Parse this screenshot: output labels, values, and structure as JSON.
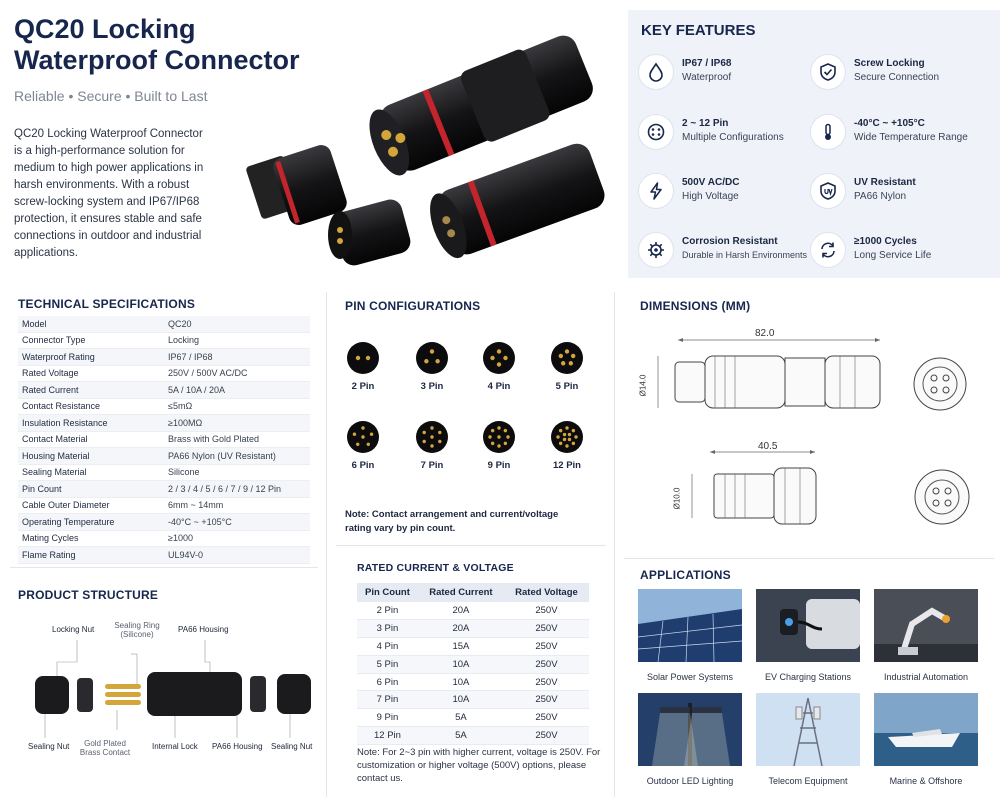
{
  "header": {
    "title_line1": "QC20 Locking",
    "title_line2": "Waterproof Connector",
    "tagline": "Reliable • Secure • Built to Last",
    "intro": "QC20 Locking Waterproof Connector is a high-performance solution for medium to high power applications in harsh environments. With a robust screw-locking system and IP67/IP68 protection, it ensures stable and safe connections in outdoor and industrial applications."
  },
  "key_features": {
    "title": "KEY FEATURES",
    "items": [
      {
        "icon": "water-drop-icon",
        "title": "IP67 / IP68",
        "sub": "Waterproof"
      },
      {
        "icon": "shield-check-icon",
        "title": "Screw Locking",
        "sub": "Secure Connection"
      },
      {
        "icon": "pin-face-icon",
        "title": "2 ~ 12 Pin",
        "sub": "Multiple Configurations"
      },
      {
        "icon": "thermometer-icon",
        "title": "-40°C ~ +105°C",
        "sub": "Wide Temperature Range"
      },
      {
        "icon": "lightning-icon",
        "title": "500V AC/DC",
        "sub": "High Voltage"
      },
      {
        "icon": "uv-shield-icon",
        "title": "UV Resistant",
        "sub": "PA66 Nylon"
      },
      {
        "icon": "corrosion-gear-icon",
        "title": "Corrosion Resistant",
        "sub": "Durable in Harsh Environments"
      },
      {
        "icon": "cycle-arrows-icon",
        "title": "≥1000 Cycles",
        "sub": "Long Service Life"
      }
    ]
  },
  "technical_specifications": {
    "title": "TECHNICAL SPECIFICATIONS",
    "rows": [
      {
        "k": "Model",
        "v": "QC20"
      },
      {
        "k": "Connector Type",
        "v": "Locking"
      },
      {
        "k": "Waterproof Rating",
        "v": "IP67 / IP68"
      },
      {
        "k": "Rated Voltage",
        "v": "250V / 500V AC/DC"
      },
      {
        "k": "Rated Current",
        "v": "5A / 10A / 20A"
      },
      {
        "k": "Contact Resistance",
        "v": "≤5mΩ"
      },
      {
        "k": "Insulation Resistance",
        "v": "≥100MΩ"
      },
      {
        "k": "Contact Material",
        "v": "Brass with Gold Plated"
      },
      {
        "k": "Housing Material",
        "v": "PA66 Nylon (UV Resistant)"
      },
      {
        "k": "Sealing Material",
        "v": "Silicone"
      },
      {
        "k": "Pin Count",
        "v": "2 / 3 / 4 / 5 / 6 / 7 / 9 / 12 Pin"
      },
      {
        "k": "Cable Outer Diameter",
        "v": "6mm ~ 14mm"
      },
      {
        "k": "Operating Temperature",
        "v": "-40°C ~ +105°C"
      },
      {
        "k": "Mating Cycles",
        "v": "≥1000"
      },
      {
        "k": "Flame Rating",
        "v": "UL94V-0"
      }
    ]
  },
  "pin_configurations": {
    "title": "PIN CONFIGURATIONS",
    "pins": [
      "2 Pin",
      "3 Pin",
      "4 Pin",
      "5 Pin",
      "6 Pin",
      "7 Pin",
      "9 Pin",
      "12 Pin"
    ],
    "note": "Note: Contact arrangement and current/voltage rating vary by pin count."
  },
  "dimensions": {
    "title": "DIMENSIONS (MM)",
    "length_1": "82.0",
    "length_2": "40.5",
    "dia_1": "Ø14.0",
    "dia_2": "Ø10.0"
  },
  "product_structure": {
    "title": "PRODUCT STRUCTURE",
    "top_labels": {
      "locking_nut": "Locking Nut",
      "sealing_ring": "Sealing Ring",
      "sealing_ring_sub": "(Silicone)",
      "housing": "PA66 Housing"
    },
    "bottom_labels": {
      "sealing_nut": "Sealing Nut",
      "gold_1": "Gold Plated",
      "gold_2": "Brass Contact",
      "internal_lock": "Internal Lock",
      "pa66_housing": "PA66 Housing",
      "sealing_nut_2": "Sealing Nut"
    }
  },
  "rated_current": {
    "title": "RATED CURRENT & VOLTAGE",
    "headers": [
      "Pin Count",
      "Rated Current",
      "Rated Voltage"
    ],
    "rows": [
      [
        "2 Pin",
        "20A",
        "250V"
      ],
      [
        "3 Pin",
        "20A",
        "250V"
      ],
      [
        "4 Pin",
        "15A",
        "250V"
      ],
      [
        "5 Pin",
        "10A",
        "250V"
      ],
      [
        "6 Pin",
        "10A",
        "250V"
      ],
      [
        "7 Pin",
        "10A",
        "250V"
      ],
      [
        "9 Pin",
        "5A",
        "250V"
      ],
      [
        "12 Pin",
        "5A",
        "250V"
      ]
    ],
    "note": "Note: For 2~3 pin with higher current, voltage is 250V. For customization or higher voltage (500V) options, please contact us."
  },
  "applications": {
    "title": "APPLICATIONS",
    "items": [
      "Solar Power Systems",
      "EV Charging Stations",
      "Industrial Automation",
      "Outdoor LED Lighting",
      "Telecom Equipment",
      "Marine & Offshore"
    ]
  },
  "colors": {
    "navy": "#16264d",
    "accent_red": "#c4242b",
    "panel_bg": "#eff2f8",
    "gold": "#d4a63a"
  }
}
